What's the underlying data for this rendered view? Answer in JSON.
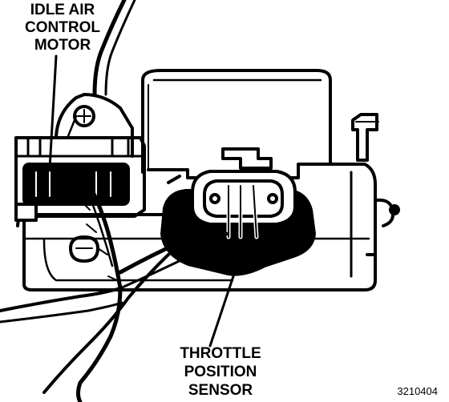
{
  "callouts": {
    "idle_air_control_motor": "IDLE AIR\nCONTROL\nMOTOR",
    "throttle_position_sensor": "THROTTLE\nPOSITION\nSENSOR"
  },
  "figure_number": "3210404",
  "colors": {
    "ink": "#000000",
    "paper": "#ffffff"
  }
}
